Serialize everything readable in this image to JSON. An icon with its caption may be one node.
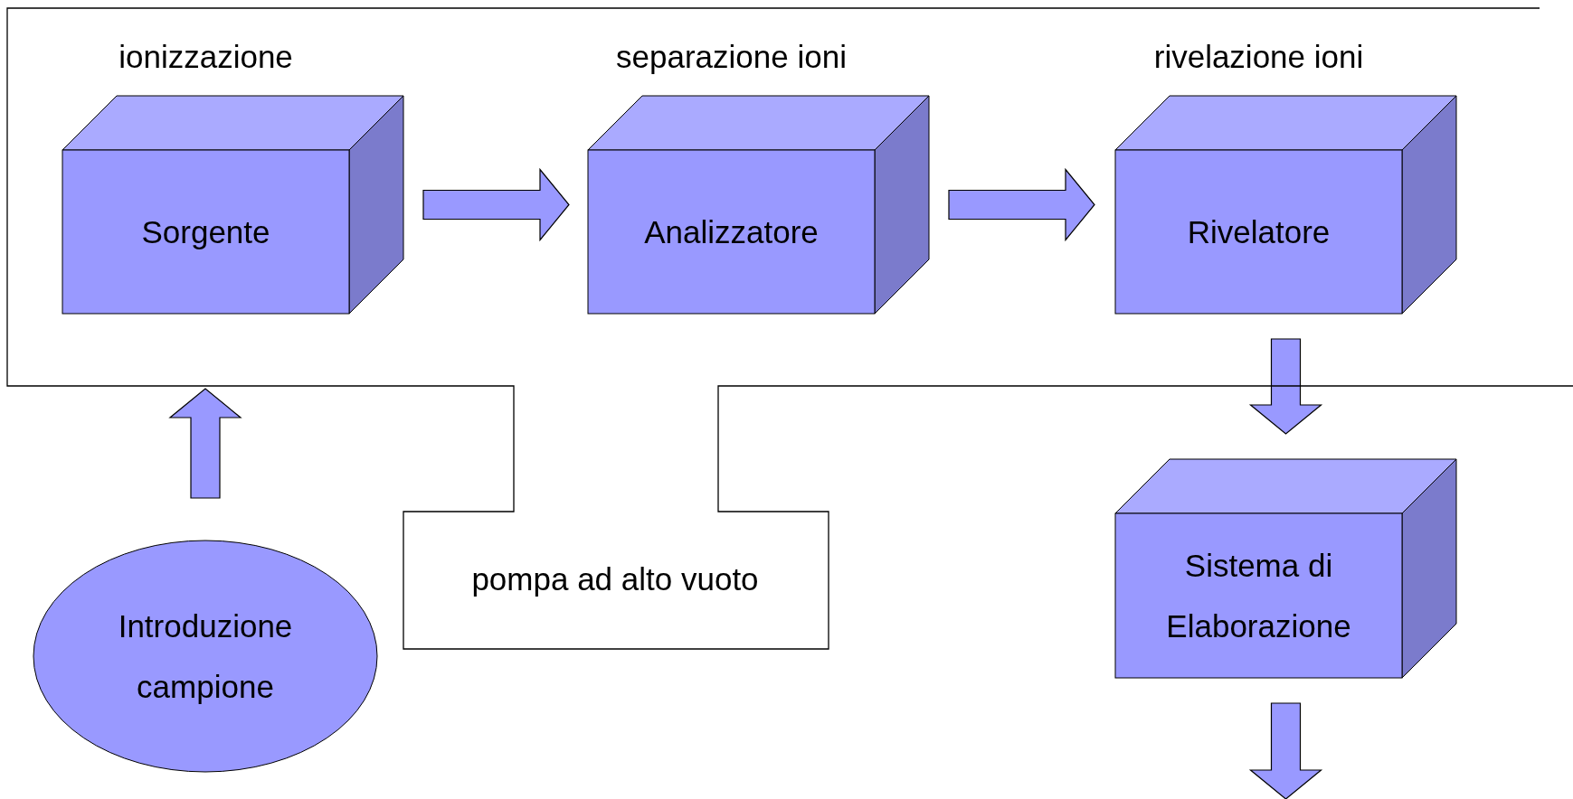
{
  "diagram": {
    "nodes": [
      {
        "text": [
          "pompa ad alto vuoto"
        ]
      },
      {
        "text": [
          "ionizzazione",
          "Sorgente"
        ],
        "in": 0
      },
      {
        "text": [
          "separazione ioni",
          "Analizzatore"
        ],
        "in": 0
      },
      {
        "text": [
          "rivelazione ioni",
          "Rivelatore"
        ],
        "in": 0
      },
      {
        "text": [
          "Sistema di Elaborazione"
        ]
      },
      {
        "text": [
          "Introduzione campione"
        ]
      }
    ],
    "edges": [
      {
        "from": 5,
        "to": 1,
        "arrow": "to"
      },
      {
        "from": 1,
        "to": 2,
        "arrow": "to"
      },
      {
        "from": 2,
        "to": 3,
        "arrow": "to"
      },
      {
        "from": 3,
        "to": 4,
        "arrow": "to"
      },
      {
        "from": 4,
        "to": null,
        "arrow": "to"
      }
    ]
  }
}
